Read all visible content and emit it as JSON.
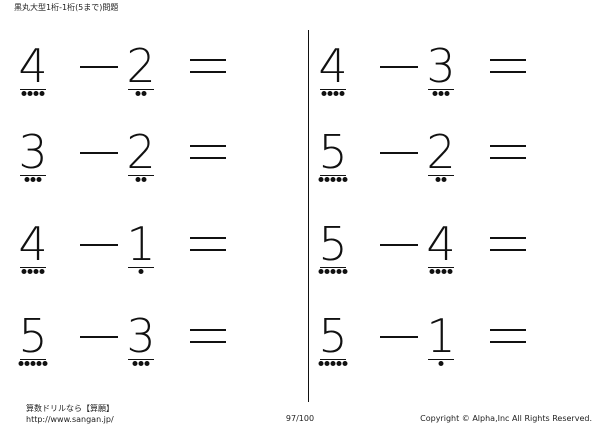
{
  "header": {
    "title": "黒丸大型1桁-1桁(5まで)問題"
  },
  "operators": {
    "minus": "－",
    "equals": "＝"
  },
  "problems": [
    {
      "a": "4",
      "a_dots": 4,
      "b": "2",
      "b_dots": 2
    },
    {
      "a": "3",
      "a_dots": 3,
      "b": "2",
      "b_dots": 2
    },
    {
      "a": "4",
      "a_dots": 4,
      "b": "1",
      "b_dots": 1
    },
    {
      "a": "5",
      "a_dots": 5,
      "b": "3",
      "b_dots": 3
    },
    {
      "a": "4",
      "a_dots": 4,
      "b": "3",
      "b_dots": 3
    },
    {
      "a": "5",
      "a_dots": 5,
      "b": "2",
      "b_dots": 2
    },
    {
      "a": "5",
      "a_dots": 5,
      "b": "4",
      "b_dots": 4
    },
    {
      "a": "5",
      "a_dots": 5,
      "b": "1",
      "b_dots": 1
    }
  ],
  "footer": {
    "site_name": "算数ドリルなら【算願】",
    "url": "http://www.sangan.jp/",
    "page": "97/100",
    "copyright": "Copyright © Alpha,Inc All Rights Reserved."
  }
}
